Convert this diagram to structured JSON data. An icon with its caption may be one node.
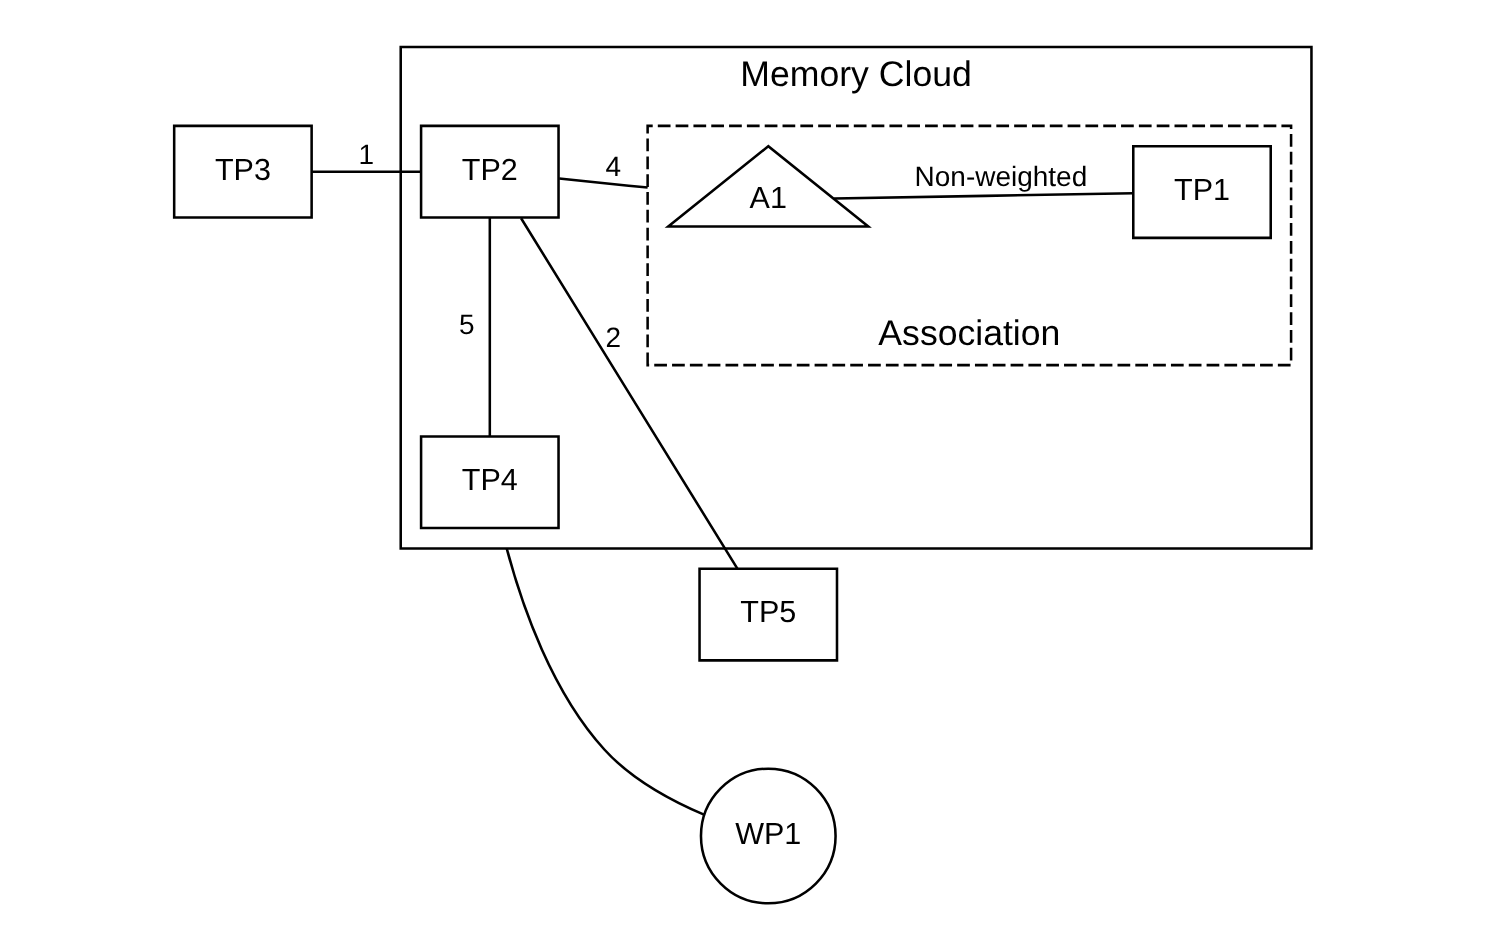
{
  "diagram": {
    "nodes": [
      {
        "text": [
          "Memory Cloud"
        ]
      },
      {
        "text": [
          "TP4"
        ],
        "in": 0
      },
      {
        "text": [
          "TP2"
        ],
        "in": 0
      },
      {
        "text": [
          "TP3"
        ]
      },
      {
        "text": [
          "TP5"
        ]
      },
      {
        "text": [
          "WP1"
        ]
      },
      {
        "text": [
          "Association"
        ],
        "in": 0
      },
      {
        "text": [
          "A1"
        ],
        "in": 6
      },
      {
        "text": [
          "TP1"
        ],
        "in": 6
      }
    ],
    "edges": [
      {
        "from": 3,
        "to": 2,
        "arrow": "none",
        "label": "1"
      },
      {
        "from": 2,
        "to": 4,
        "arrow": "none",
        "label": "2"
      },
      {
        "from": 1,
        "to": 2,
        "arrow": "none",
        "label": "5"
      },
      {
        "from": 2,
        "to": 6,
        "arrow": "none",
        "label": "4"
      },
      {
        "from": 7,
        "to": 8,
        "arrow": "none",
        "label": "Non-weighted"
      },
      {
        "from": 0,
        "to": 5,
        "arrow": "none"
      }
    ]
  }
}
